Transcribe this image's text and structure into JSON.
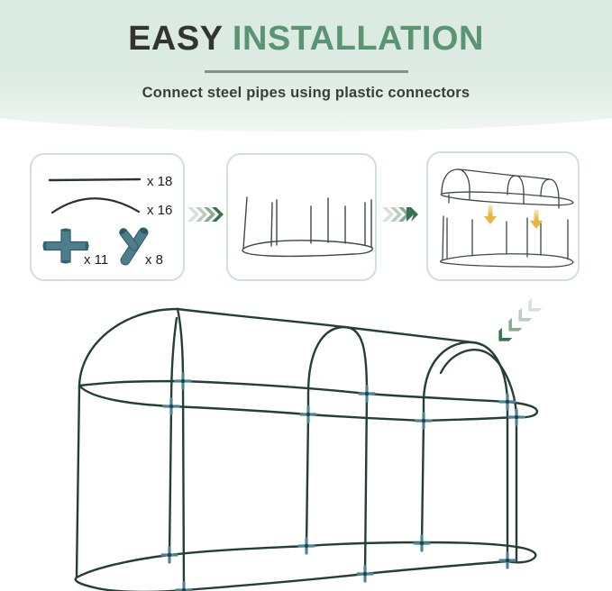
{
  "header": {
    "title": {
      "dark": "EASY",
      "green": "INSTALLATION"
    },
    "subtitle": "Connect steel pipes using plastic connectors"
  },
  "parts": {
    "items": [
      {
        "name": "straight-pipe",
        "count": "x 18"
      },
      {
        "name": "curved-pipe",
        "count": "x 16"
      },
      {
        "name": "cross-connector",
        "count": "x 11"
      },
      {
        "name": "y-connector",
        "count": "x 8"
      }
    ]
  },
  "colors": {
    "header_bg": "#dcebe1",
    "title_dark": "#333333",
    "title_green": "#5b9473",
    "divider": "#8a8f8b",
    "box_border": "#cde2d2",
    "frame_line": "#233f36",
    "connector_plastic": "#4d7e8c",
    "joint_highlight": "#4e8596",
    "arrow_yellow": "#e8b33a",
    "chevron_gradient": [
      "#d9e0da",
      "#b7cdbd",
      "#86ab91",
      "#35724f"
    ]
  }
}
